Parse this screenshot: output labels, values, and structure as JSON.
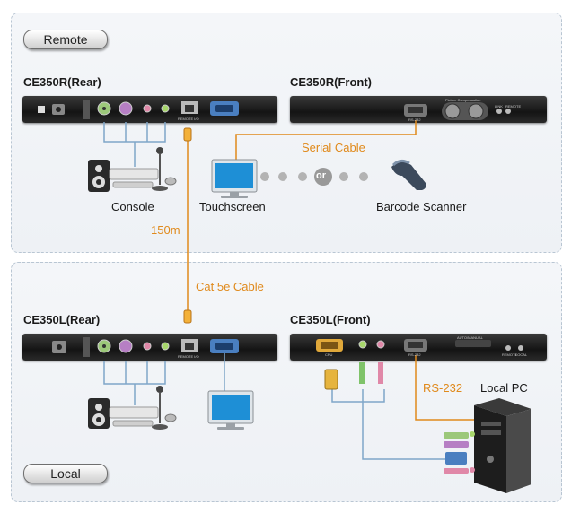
{
  "sections": {
    "remote_label": "Remote",
    "local_label": "Local"
  },
  "devices": {
    "ce350r_rear": "CE350R(Rear)",
    "ce350r_front": "CE350R(Front)",
    "ce350l_rear": "CE350L(Rear)",
    "ce350l_front": "CE350L(Front)"
  },
  "labels": {
    "console": "Console",
    "touchscreen": "Touchscreen",
    "barcode_scanner": "Barcode Scanner",
    "or": "or",
    "serial_cable": "Serial Cable",
    "distance": "150m",
    "cat5e_cable": "Cat 5e Cable",
    "rs232": "RS-232",
    "local_pc": "Local PC"
  },
  "port_labels": {
    "remote_io": "REMOTE I/O",
    "rs232": "RS-232",
    "cpu": "CPU",
    "picture_compensation": "Picture Compensation",
    "link": "LINK",
    "remote": "REMOTE",
    "local": "LOCAL",
    "auto_manual": "AUTO/MANUAL"
  },
  "colors": {
    "accent_orange": "#e08a1c",
    "cable_blue": "#7fa6c9",
    "panel_border": "#b9c6d3",
    "device_body": "#1e1e1e"
  }
}
